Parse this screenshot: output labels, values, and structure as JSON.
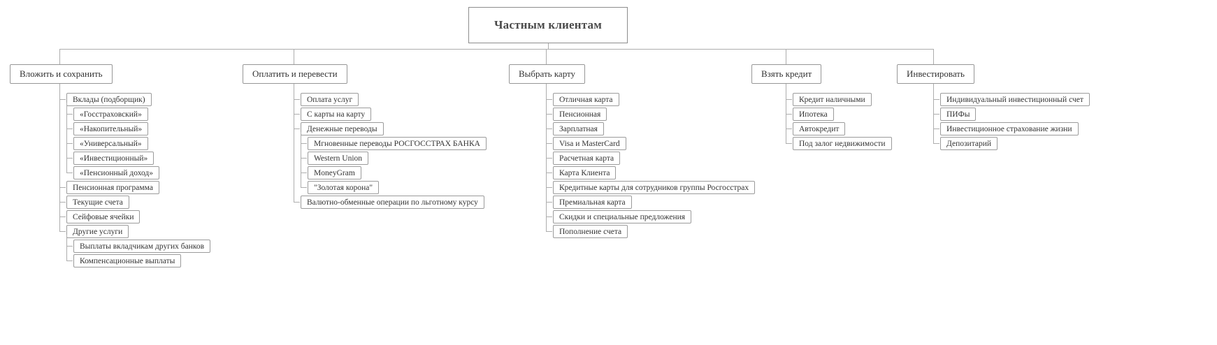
{
  "root": {
    "label": "Частным клиентам"
  },
  "branches": [
    {
      "label": "Вложить и сохранить",
      "children": [
        {
          "label": "Вклады (подборщик)",
          "children": [
            {
              "label": "«Госстраховский»"
            },
            {
              "label": "«Накопительный»"
            },
            {
              "label": "«Универсальный»"
            },
            {
              "label": "«Инвестиционный»"
            },
            {
              "label": "«Пенсионный доход»"
            }
          ]
        },
        {
          "label": "Пенсионная программа"
        },
        {
          "label": "Текущие счета"
        },
        {
          "label": "Сейфовые ячейки"
        },
        {
          "label": "Другие услуги",
          "children": [
            {
              "label": "Выплаты вкладчикам других банков"
            },
            {
              "label": "Компенсационные выплаты"
            }
          ]
        }
      ]
    },
    {
      "label": "Оплатить и перевести",
      "children": [
        {
          "label": "Оплата услуг"
        },
        {
          "label": "С карты на карту"
        },
        {
          "label": "Денежные переводы",
          "children": [
            {
              "label": "Мгновенные переводы РОСГОССТРАХ БАНКА"
            },
            {
              "label": "Western Union"
            },
            {
              "label": "MoneyGram"
            },
            {
              "label": "\"Золотая корона\""
            }
          ]
        },
        {
          "label": "Валютно-обменные операции по льготному курсу"
        }
      ]
    },
    {
      "label": "Выбрать карту",
      "children": [
        {
          "label": "Отличная карта"
        },
        {
          "label": "Пенсионная"
        },
        {
          "label": "Зарплатная"
        },
        {
          "label": "Visa и MasterCard"
        },
        {
          "label": "Расчетная карта"
        },
        {
          "label": "Карта Клиента"
        },
        {
          "label": "Кредитные карты для сотрудников группы Росгосстрах"
        },
        {
          "label": "Премиальная карта"
        },
        {
          "label": "Скидки и специальные предложения"
        },
        {
          "label": "Пополнение счета"
        }
      ]
    },
    {
      "label": "Взять кредит",
      "children": [
        {
          "label": "Кредит наличными"
        },
        {
          "label": "Ипотека"
        },
        {
          "label": "Автокредит"
        },
        {
          "label": "Под залог недвижимости"
        }
      ]
    },
    {
      "label": "Инвестировать",
      "children": [
        {
          "label": "Индивидуальный инвестиционный счет"
        },
        {
          "label": "ПИФы"
        },
        {
          "label": "Инвестиционное страхование жизни"
        },
        {
          "label": "Депозитарий"
        }
      ]
    }
  ],
  "colors": {
    "line": "#adadad",
    "node_border": "#9b9b9b",
    "text": "#333333"
  }
}
